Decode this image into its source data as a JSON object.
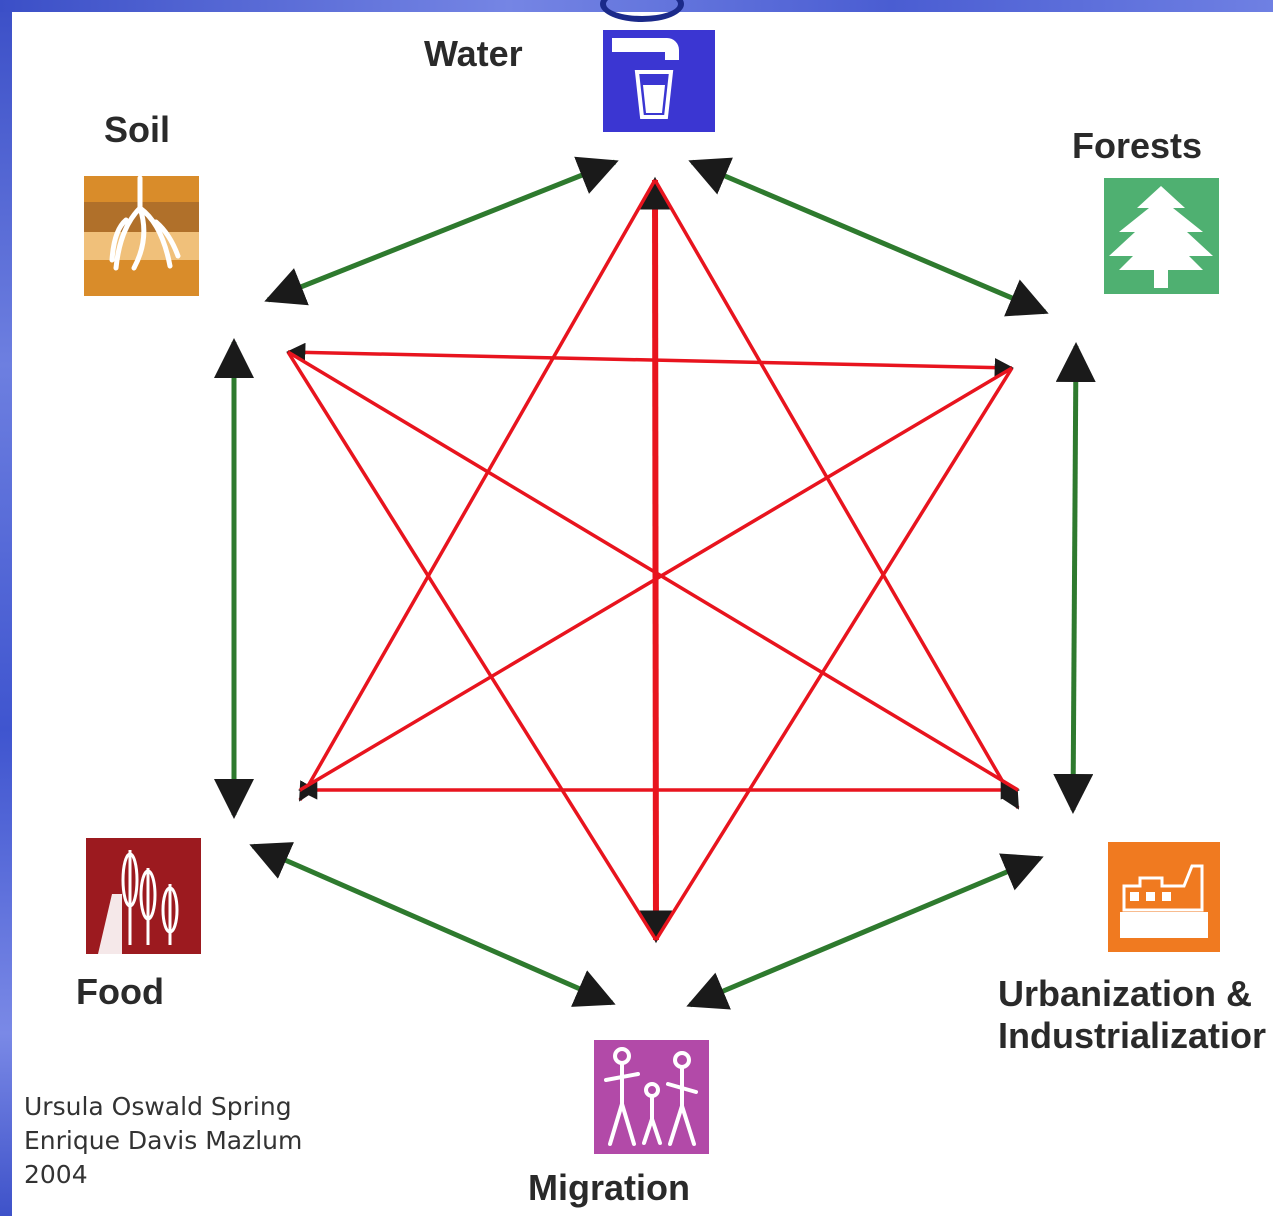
{
  "nodes": {
    "water": {
      "label": "Water",
      "color": "#3b36d2"
    },
    "forests": {
      "label": "Forests",
      "color": "#4fb071"
    },
    "soil": {
      "label": "Soil",
      "color": "#d98c2a"
    },
    "food": {
      "label": "Food",
      "color": "#9c1a1f"
    },
    "migration": {
      "label": "Migration",
      "color": "#b24aa8"
    },
    "urbanization": {
      "label_line1": "Urbanization &",
      "label_line2": "Industrializatior",
      "color": "#f07a20"
    }
  },
  "credit": {
    "line1": "Ursula Oswald Spring",
    "line2": "Enrique Davis Mazlum",
    "line3": "2004"
  },
  "colors": {
    "inner_arrows": "#e8141e",
    "outer_arrows": "#2e7a2e",
    "arrowheads": "#1a1a1a"
  }
}
